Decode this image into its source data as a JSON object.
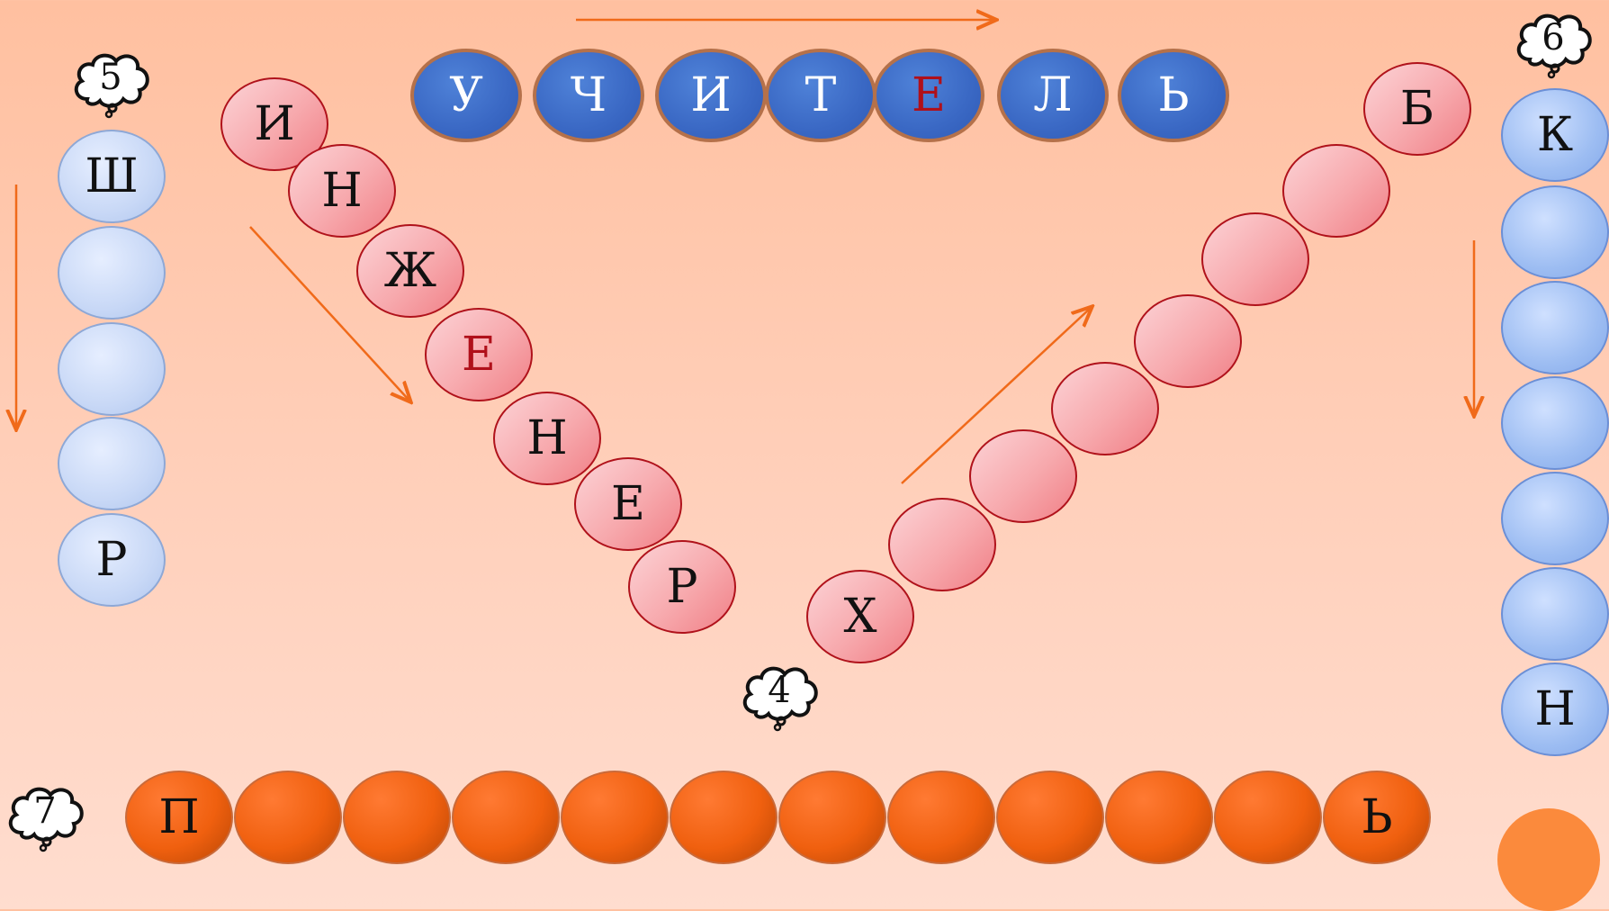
{
  "colors": {
    "background_top": "#ffc0a0",
    "background_bottom": "#ffddcf",
    "top_word_fill": "#3a68c4",
    "top_word_border": "#b5714a",
    "red_cell": "#f7a9ad",
    "blue_cell": "#9dbdf2",
    "light_blue_cell": "#c8d8f6",
    "orange_cell": "#f0600f",
    "highlight_letter": "#b0101a",
    "arrow": "#f06a1a"
  },
  "icons": {
    "badge": "cloud-badge-icon",
    "arrow": "arrow-icon"
  },
  "top_word": {
    "letters": [
      "У",
      "Ч",
      "И",
      "Т",
      "Е",
      "Л",
      "Ь"
    ],
    "highlight_index": 4
  },
  "diag_left": {
    "letters": [
      "И",
      "Н",
      "Ж",
      "Е",
      "Н",
      "Е",
      "Р"
    ],
    "highlight_index": 3
  },
  "diag_right": {
    "letters": [
      "Х",
      "",
      "",
      "",
      "",
      "",
      "",
      "",
      "Б"
    ]
  },
  "col_left": {
    "badge": "5",
    "letters": [
      "Ш",
      "",
      "",
      "",
      "Р"
    ]
  },
  "col_right": {
    "badge": "6",
    "letters": [
      "К",
      "",
      "",
      "",
      "",
      "",
      "Н"
    ]
  },
  "bottom_row": {
    "badge": "7",
    "letters": [
      "П",
      "",
      "",
      "",
      "",
      "",
      "",
      "",
      "",
      "",
      "",
      "Ь"
    ]
  },
  "center_badge": "4"
}
